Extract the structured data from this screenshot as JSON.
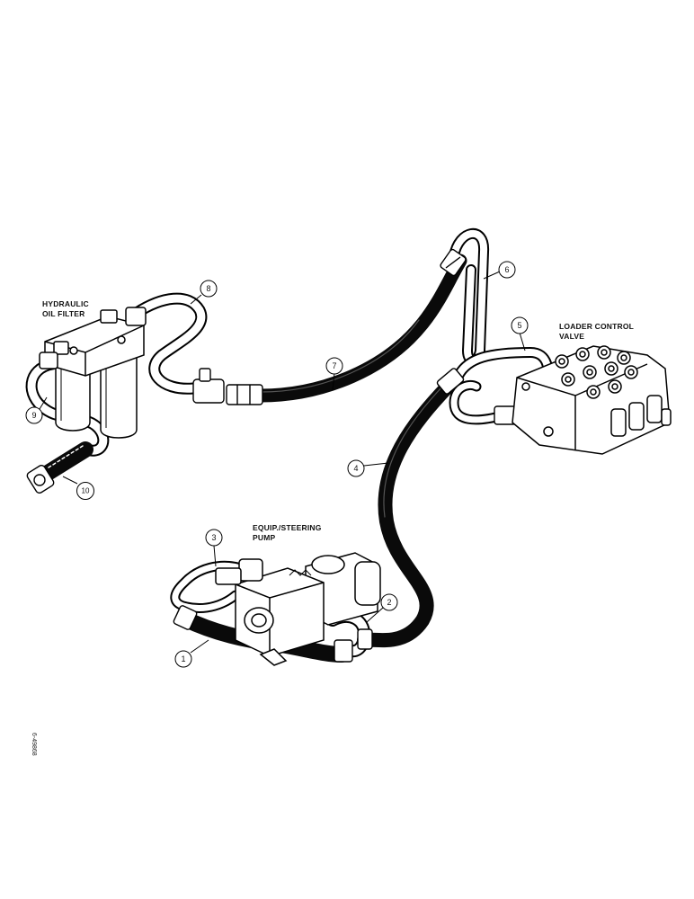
{
  "labels": {
    "hydraulic_line1": "HYDRAULIC",
    "hydraulic_line2": "OIL FILTER",
    "pump_line1": "EQUIP./STEERING",
    "pump_line2": "PUMP",
    "valve_line1": "LOADER CONTROL",
    "valve_line2": "VALVE"
  },
  "callouts": [
    "1",
    "2",
    "3",
    "4",
    "5",
    "6",
    "7",
    "8",
    "9",
    "10"
  ],
  "side_code": "6-49868"
}
